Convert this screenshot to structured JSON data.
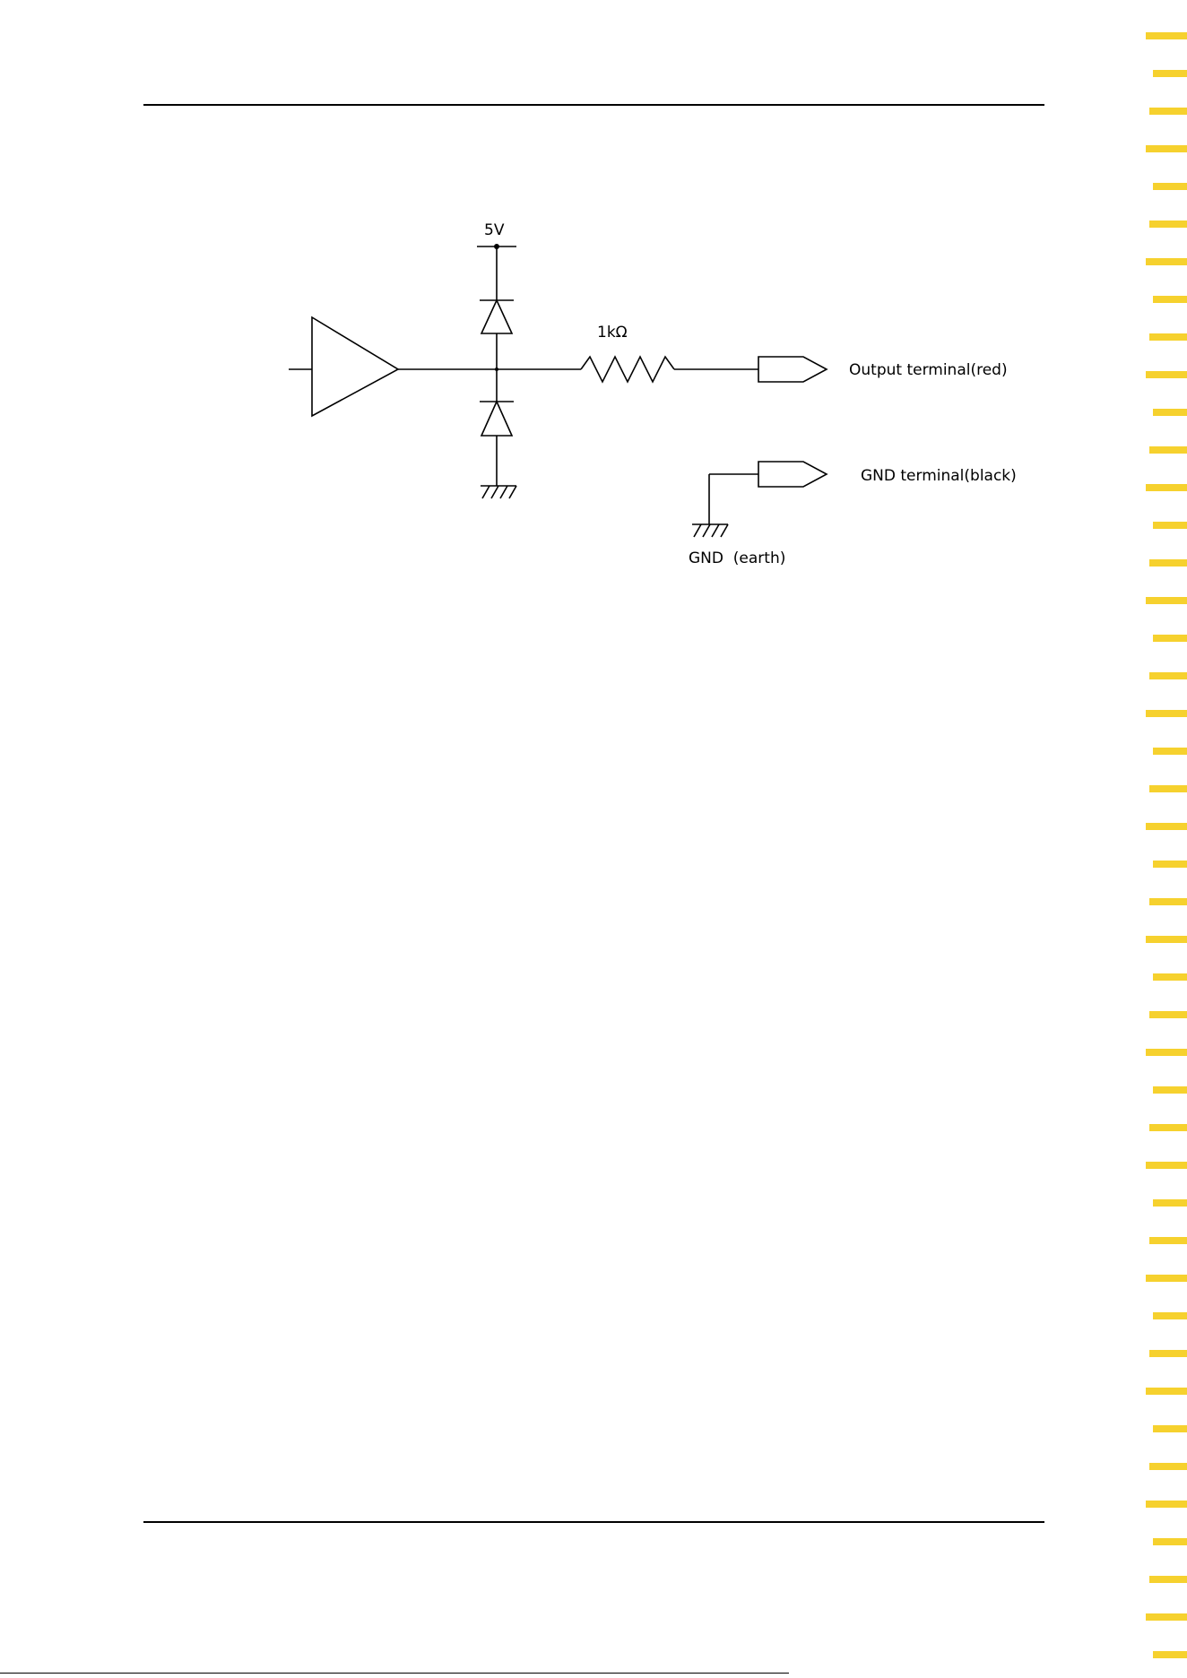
{
  "diagram": {
    "supply_label": "5V",
    "resistor_label": "1kΩ",
    "output_terminal_label": "Output terminal(red)",
    "gnd_terminal_label": "GND terminal(black)",
    "earth_label": "GND  (earth)"
  },
  "colors": {
    "tab_accent": "#f6d12e",
    "ink": "#000000"
  }
}
